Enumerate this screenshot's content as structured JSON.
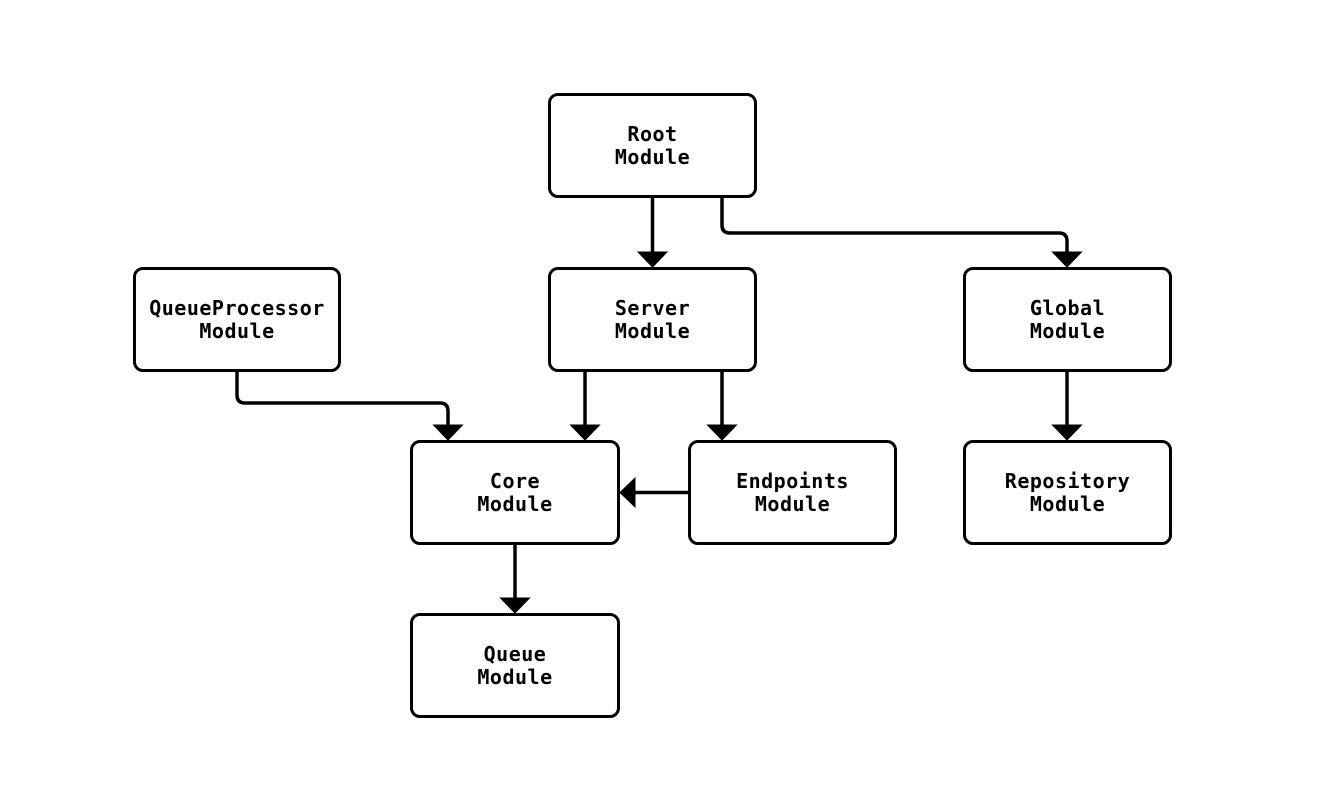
{
  "diagram": {
    "type": "flowchart",
    "background_color": "#ffffff",
    "stroke_color": "#000000",
    "node_fill_color": "#ffffff",
    "text_color": "#000000",
    "nodes": [
      {
        "id": "root",
        "label": "Root\nModule"
      },
      {
        "id": "queueprocessor",
        "label": "QueueProcessor\nModule"
      },
      {
        "id": "server",
        "label": "Server\nModule"
      },
      {
        "id": "global",
        "label": "Global\nModule"
      },
      {
        "id": "core",
        "label": "Core\nModule"
      },
      {
        "id": "endpoints",
        "label": "Endpoints\nModule"
      },
      {
        "id": "repository",
        "label": "Repository\nModule"
      },
      {
        "id": "queue",
        "label": "Queue\nModule"
      }
    ],
    "edges": [
      {
        "from": "Root Module",
        "to": "Server Module"
      },
      {
        "from": "Root Module",
        "to": "Global Module"
      },
      {
        "from": "QueueProcessor Module",
        "to": "Core Module"
      },
      {
        "from": "Server Module",
        "to": "Core Module"
      },
      {
        "from": "Server Module",
        "to": "Endpoints Module"
      },
      {
        "from": "Endpoints Module",
        "to": "Core Module"
      },
      {
        "from": "Global Module",
        "to": "Repository Module"
      },
      {
        "from": "Core Module",
        "to": "Queue Module"
      }
    ]
  }
}
